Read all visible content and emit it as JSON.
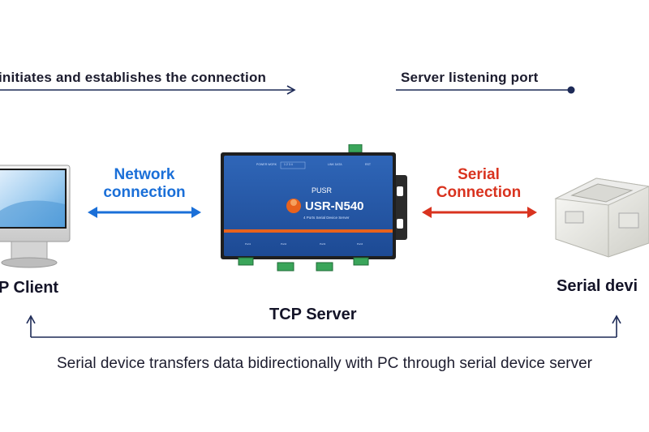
{
  "top": {
    "left_caption": "initiates and establishes the connection",
    "right_caption": "Server listening port"
  },
  "network": {
    "line1": "Network",
    "line2": "connection"
  },
  "serial": {
    "line1": "Serial",
    "line2": "Connection"
  },
  "labels": {
    "client": "P Client",
    "server": "TCP Server",
    "serial_device": "Serial devi"
  },
  "device": {
    "brand": "PUSR",
    "model": "USR-N540",
    "subtitle": "4 Ports Serial Device Server"
  },
  "bottom_caption": "Serial device transfers data bidirectionally with PC through serial device server",
  "colors": {
    "navy": "#1d2a57",
    "blue": "#1a6fd8",
    "red": "#d9331f",
    "device_blue": "#2457a8",
    "orange": "#e8621c"
  }
}
